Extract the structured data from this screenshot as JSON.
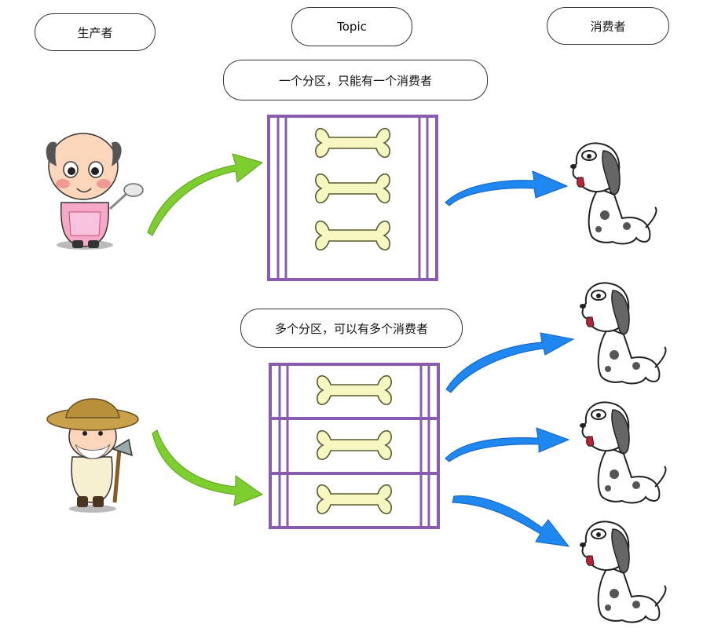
{
  "headers": {
    "producer": "生产者",
    "topic": "Topic",
    "consumer": "消费者"
  },
  "notes": {
    "single_partition": "一个分区，只能有一个消费者",
    "multi_partition": "多个分区，可以有多个消费者"
  },
  "colors": {
    "partition": "#8a5cb0",
    "bone_fill": "#f6f6c0",
    "bone_stroke": "#5a5a30",
    "producer_arrow": "#7ccf2e",
    "consumer_arrow": "#1e88f0",
    "pill_border": "#333333"
  }
}
